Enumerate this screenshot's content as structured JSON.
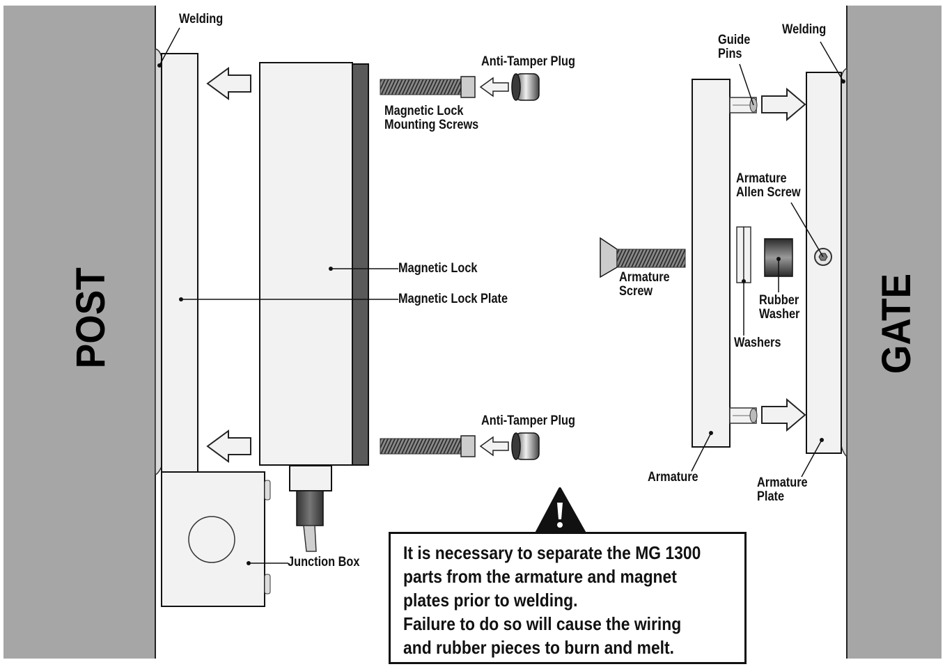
{
  "post_label": "POST",
  "gate_label": "GATE",
  "labels": {
    "welding_left": "Welding",
    "welding_right": "Welding",
    "anti_tamper_top": "Anti-Tamper Plug",
    "anti_tamper_bottom": "Anti-Tamper Plug",
    "mounting_screws": "Magnetic Lock\nMounting Screws",
    "magnetic_lock": "Magnetic Lock",
    "magnetic_lock_plate": "Magnetic Lock Plate",
    "junction_box": "Junction Box",
    "guide_pins": "Guide\nPins",
    "armature_allen_screw": "Armature\nAllen Screw",
    "armature_screw": "Armature\nScrew",
    "rubber_washer": "Rubber\nWasher",
    "washers": "Washers",
    "armature": "Armature",
    "armature_plate": "Armature\nPlate"
  },
  "warning": {
    "lines": [
      "It is necessary to separate the MG 1300",
      "parts from the armature and magnet",
      "plates prior to welding.",
      "Failure to do so will cause the wiring",
      "and rubber pieces to burn and melt."
    ]
  },
  "colors": {
    "wall": "#a6a6a6",
    "part_fill": "#f2f2f2",
    "outline": "#111111",
    "dark_face": "#5a5a5a"
  }
}
